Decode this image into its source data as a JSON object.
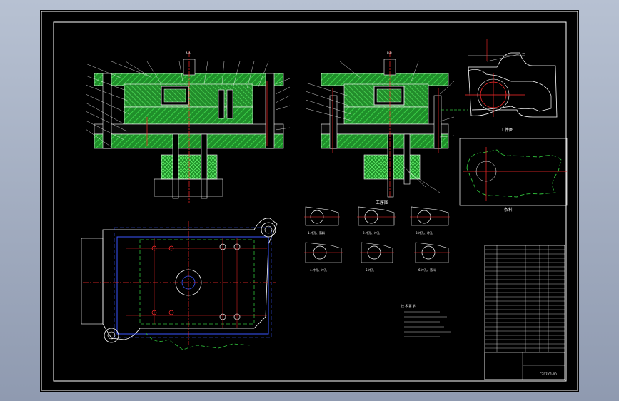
{
  "drawing": {
    "section_title_left": "A-A",
    "section_title_right": "B-B",
    "workpiece_title": "工件图",
    "strip_title": "工序图",
    "scrap_title": "条料",
    "steps": [
      {
        "label": "1.冲孔、落料"
      },
      {
        "label": "2.冲孔、冲孔"
      },
      {
        "label": "3.冲孔、冲孔"
      },
      {
        "label": "4.冲孔、冲孔"
      },
      {
        "label": "5.冲孔"
      },
      {
        "label": "6.冲孔、落料"
      }
    ],
    "notes_title": "技 术 要 求",
    "drawing_no": "CZ07-01-00"
  },
  "colors": {
    "background": "#000000",
    "section_fill": "#2fbf3a",
    "outline": "#ffffff",
    "center_line": "#ff2a2a",
    "hidden_line": "#3a56ff",
    "phantom": "#2fbf3a",
    "accent": "#ffff00"
  }
}
